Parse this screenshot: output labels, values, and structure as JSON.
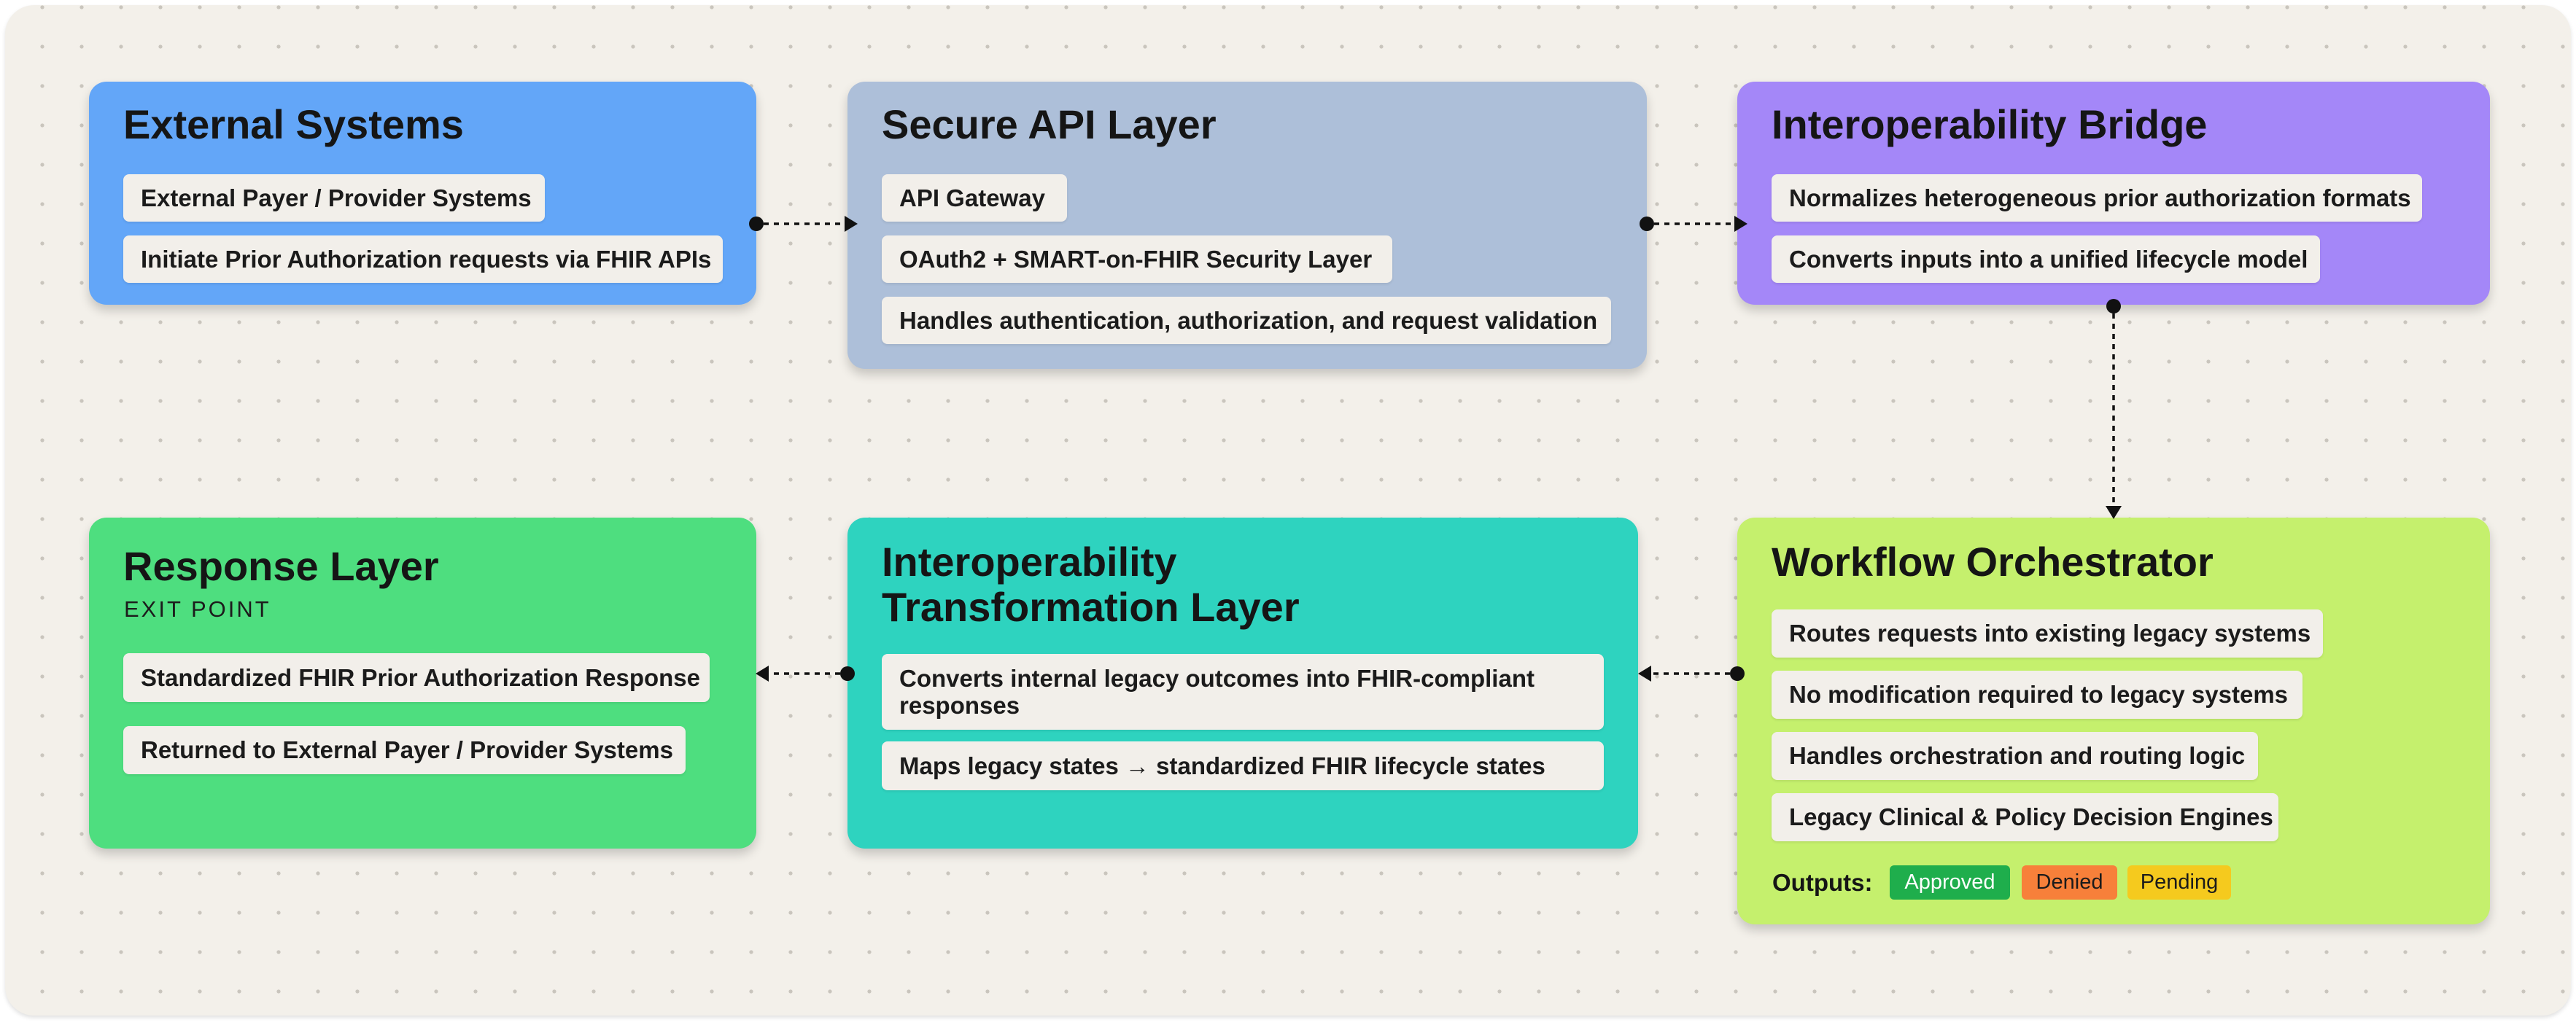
{
  "cards": {
    "external": {
      "title": "External Systems",
      "items": [
        "External Payer / Provider Systems",
        "Initiate Prior Authorization requests via FHIR APIs"
      ],
      "color": "#63a6f8"
    },
    "secure_api": {
      "title": "Secure API Layer",
      "items": [
        "API Gateway",
        "OAuth2 + SMART-on-FHIR Security Layer",
        "Handles authentication, authorization, and request validation"
      ],
      "color": "#adbfd9"
    },
    "bridge": {
      "title": "Interoperability Bridge",
      "items": [
        "Normalizes heterogeneous prior authorization formats",
        "Converts inputs into a unified lifecycle model"
      ],
      "color": "#a487f8"
    },
    "workflow": {
      "title": "Workflow Orchestrator",
      "items": [
        "Routes requests into existing legacy systems",
        "No modification required to legacy systems",
        "Handles orchestration and routing logic",
        "Legacy Clinical & Policy Decision Engines"
      ],
      "outputs_label": "Outputs:",
      "outputs": [
        {
          "label": "Approved",
          "color": "#1fae4c",
          "text_color": "#ffffff"
        },
        {
          "label": "Denied",
          "color": "#f7803a",
          "text_color": "#1b1b1b"
        },
        {
          "label": "Pending",
          "color": "#f5ca1e",
          "text_color": "#1b1b1b"
        }
      ],
      "color": "#c5f06d"
    },
    "transform": {
      "title_line1": "Interoperability",
      "title_line2": "Transformation Layer",
      "items": [
        "Converts internal legacy outcomes into FHIR-compliant responses",
        "Maps legacy states → standardized FHIR lifecycle states"
      ],
      "color": "#2ed3bf"
    },
    "response": {
      "title": "Response Layer",
      "subtitle": "EXIT POINT",
      "items": [
        "Standardized FHIR Prior Authorization Response",
        "Returned to External Payer / Provider Systems"
      ],
      "color": "#4ede7f"
    }
  }
}
